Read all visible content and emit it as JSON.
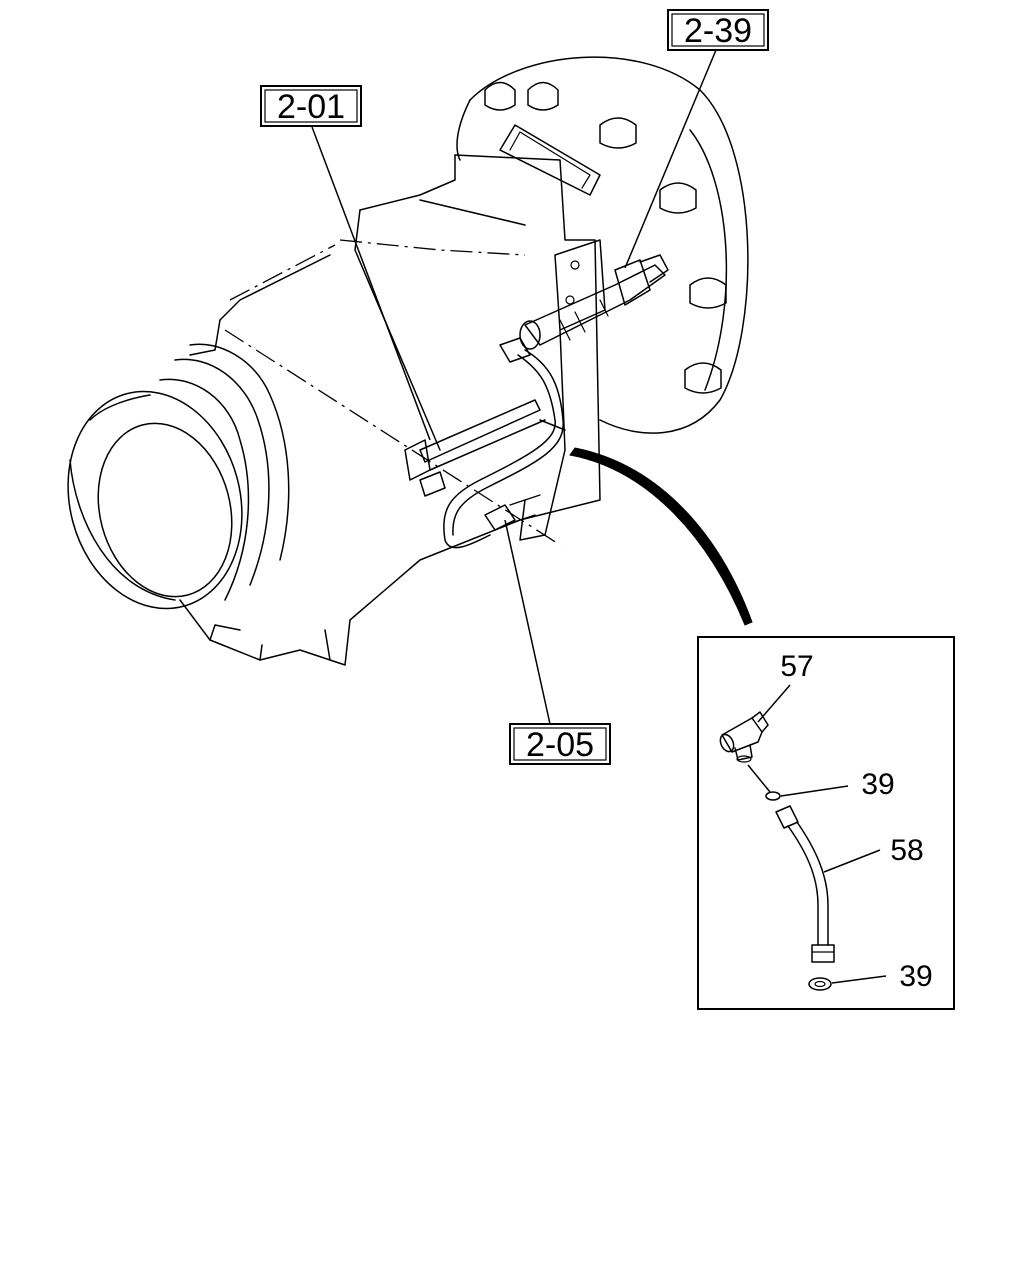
{
  "references": {
    "ref_201": "2-01",
    "ref_239": "2-39",
    "ref_205": "2-05"
  },
  "detail": {
    "callout_57": "57",
    "callout_39_washer_top": "39",
    "callout_58": "58",
    "callout_39_washer_bottom": "39"
  }
}
